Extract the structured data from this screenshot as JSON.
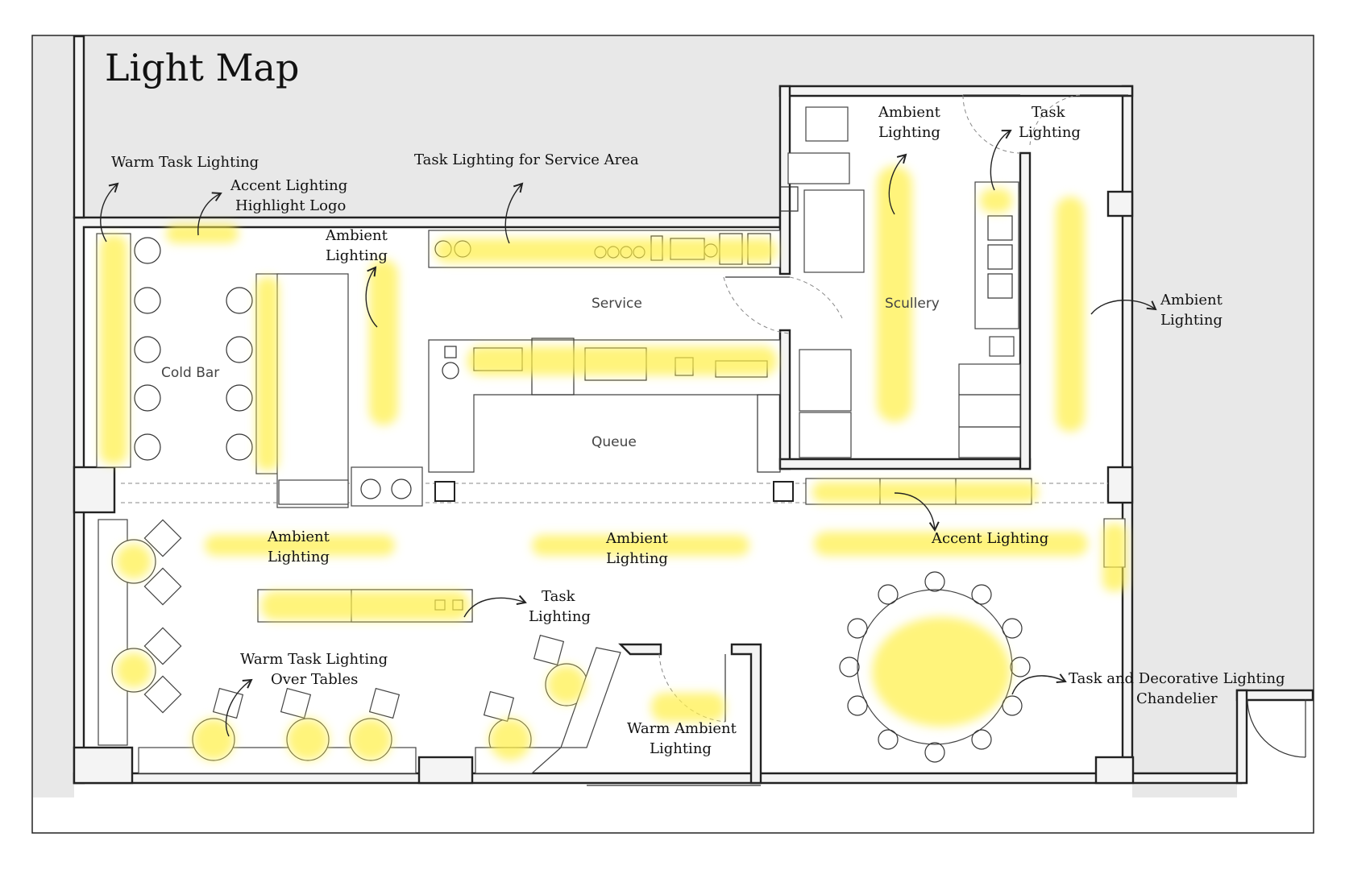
{
  "title": "Light Map",
  "rooms": {
    "cold_bar": "Cold Bar",
    "service": "Service",
    "queue": "Queue",
    "scullery": "Scullery"
  },
  "labels": {
    "warm_task_top": "Warm Task Lighting",
    "accent_logo_1": "Accent Lighting",
    "accent_logo_2": "Highlight Logo",
    "task_service": "Task Lighting for Service Area",
    "ambient_bar_1": "Ambient",
    "ambient_bar_2": "Lighting",
    "ambient_scullery_1": "Ambient",
    "ambient_scullery_2": "Lighting",
    "task_scullery_1": "Task",
    "task_scullery_2": "Lighting",
    "ambient_right_1": "Ambient",
    "ambient_right_2": "Lighting",
    "ambient_left_1": "Ambient",
    "ambient_left_2": "Lighting",
    "ambient_center_1": "Ambient",
    "ambient_center_2": "Lighting",
    "accent_counter": "Accent Lighting",
    "task_table_1": "Task",
    "task_table_2": "Lighting",
    "warm_tables_1": "Warm Task Lighting",
    "warm_tables_2": "Over Tables",
    "warm_ambient_1": "Warm Ambient",
    "warm_ambient_2": "Lighting",
    "chandelier_1": "Task and Decorative Lighting",
    "chandelier_2": "Chandelier"
  },
  "colors": {
    "light_glow": "#fff04a",
    "wall_fill": "#f4f4f4",
    "ink": "#222222"
  }
}
